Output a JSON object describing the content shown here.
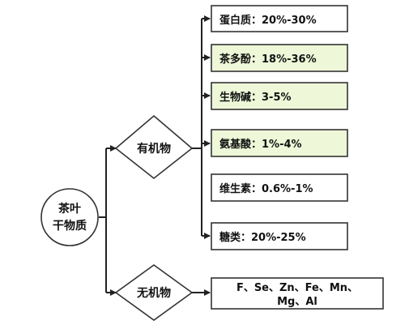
{
  "root": {
    "line1": "茶叶",
    "line2": "干物质"
  },
  "branches": {
    "organic": {
      "label": "有机物"
    },
    "inorganic": {
      "label": "无机物"
    }
  },
  "organic_items": [
    {
      "label": "蛋白质：20%-30%",
      "highlight": false
    },
    {
      "label": "茶多酚：18%-36%",
      "highlight": true
    },
    {
      "label": "生物碱：3-5%",
      "highlight": true
    },
    {
      "label": "氨基酸：1%-4%",
      "highlight": true
    },
    {
      "label": "维生素：0.6%-1%",
      "highlight": false
    },
    {
      "label": "糖类：20%-25%",
      "highlight": false
    }
  ],
  "inorganic_item": {
    "line1": "F、Se、Zn、Fe、Mn、",
    "line2": "Mg、Al"
  },
  "colors": {
    "highlight_fill": "#eef8d8",
    "plain_fill": "#ffffff",
    "stroke": "#333333",
    "line": "#222222"
  }
}
